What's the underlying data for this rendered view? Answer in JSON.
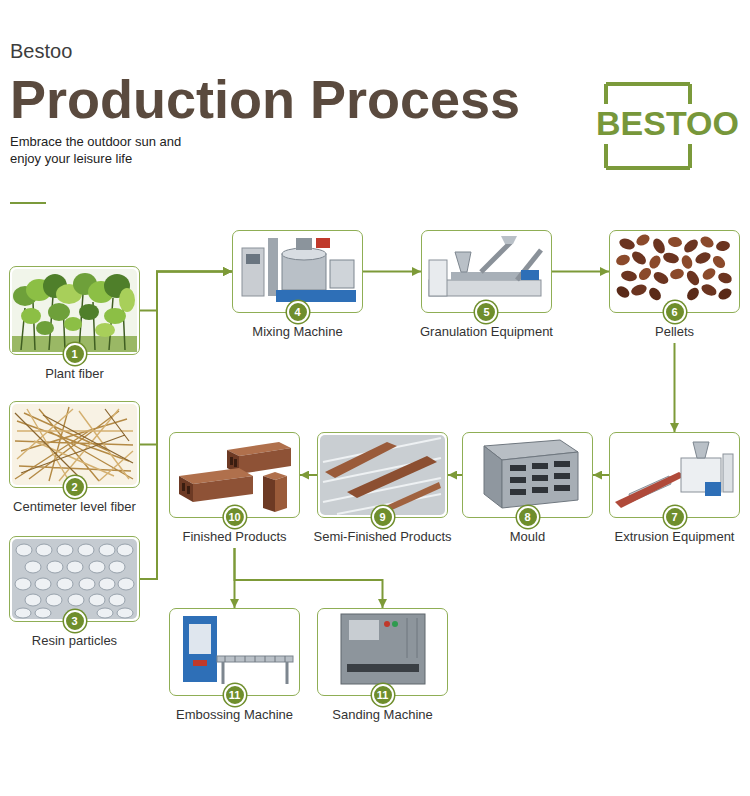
{
  "diagram": {
    "title": "Production Process",
    "nodes": [
      {
        "text": [
          "1",
          "Plant fiber"
        ]
      },
      {
        "text": [
          "2",
          "Centimeter level fiber"
        ]
      },
      {
        "text": [
          "3",
          "Resin particles"
        ]
      },
      {
        "text": [
          "4",
          "Mixing Machine"
        ]
      },
      {
        "text": [
          "5",
          "Granulation Equipment"
        ]
      },
      {
        "text": [
          "6",
          "Pellets"
        ]
      },
      {
        "text": [
          "7",
          "Extrusion Equipment"
        ]
      },
      {
        "text": [
          "8",
          "Mould"
        ]
      },
      {
        "text": [
          "9",
          "Semi-Finished Products"
        ]
      },
      {
        "text": [
          "10",
          "Finished Products"
        ]
      },
      {
        "text": [
          "11",
          "Embossing Machine"
        ]
      },
      {
        "text": [
          "11",
          "Sanding Machine"
        ]
      }
    ],
    "edges": [
      {
        "from": 0,
        "to": 3,
        "arrow": "to"
      },
      {
        "from": 1,
        "to": 3,
        "arrow": "to"
      },
      {
        "from": 2,
        "to": 3,
        "arrow": "to"
      },
      {
        "from": 3,
        "to": 4,
        "arrow": "to"
      },
      {
        "from": 4,
        "to": 5,
        "arrow": "to"
      },
      {
        "from": 5,
        "to": 6,
        "arrow": "to"
      },
      {
        "from": 6,
        "to": 7,
        "arrow": "to"
      },
      {
        "from": 7,
        "to": 8,
        "arrow": "to"
      },
      {
        "from": 8,
        "to": 9,
        "arrow": "to"
      },
      {
        "from": 9,
        "to": 10,
        "arrow": "to"
      },
      {
        "from": 9,
        "to": 11,
        "arrow": "to"
      }
    ],
    "labels": [
      "Bestoo",
      "Embrace the outdoor sun and enjoy your leisure life",
      "BESTOO"
    ]
  }
}
